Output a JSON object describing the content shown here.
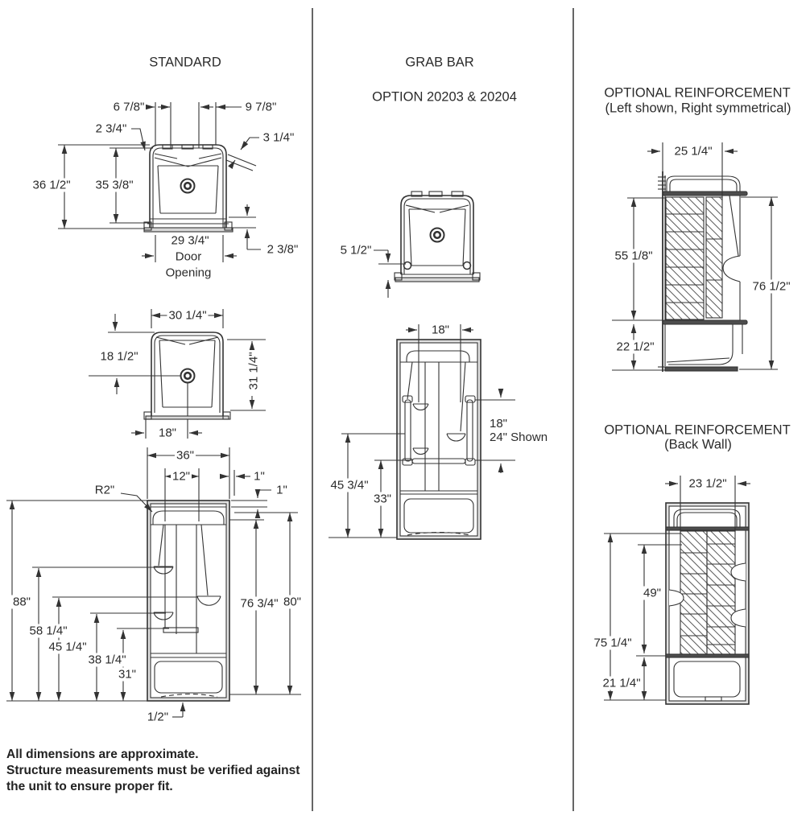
{
  "colors": {
    "line": "#333333",
    "text": "#2b2b2b",
    "background": "#ffffff"
  },
  "standard": {
    "title": "STANDARD",
    "section_view": {
      "top_left_width": "6 7/8\"",
      "top_right_width": "9 7/8\"",
      "left_corner": "2 3/4\"",
      "right_corner": "3 1/4\"",
      "outer_height": "36 1/2\"",
      "inner_height": "35 3/8\"",
      "door_opening_width": "29 3/4\"",
      "door_word": "Door",
      "opening_word": "Opening",
      "base_lip": "2 3/8\""
    },
    "plan_view": {
      "top_width": "30 1/4\"",
      "drain_from_front": "18 1/2\"",
      "depth": "31 1/4\"",
      "drain_from_left": "18\""
    },
    "front_view": {
      "width": "36\"",
      "center_panel": "12\"",
      "side_gap": "1\"",
      "top_lip": "1\"",
      "corner_radius": "R2\"",
      "overall_height": "88\"",
      "upper_shelf": "58 1/4\"",
      "mid_shelf": "45 1/4\"",
      "lower_shelf": "38 1/4\"",
      "seat_height": "31\"",
      "wall_height": "76 3/4\"",
      "unit_height": "80\"",
      "threshold": "1/2\""
    }
  },
  "grab_bar": {
    "title": "GRAB BAR",
    "subtitle": "OPTION 20203 & 20204",
    "plan_view": {
      "bar_setback": "5 1/2\""
    },
    "front_view": {
      "bar_spacing": "18\"",
      "bar_length": "18\"",
      "bar_length_shown": "24\" Shown",
      "upper_height": "45 3/4\"",
      "lower_height": "33\""
    }
  },
  "reinforcement_side": {
    "title": "OPTIONAL REINFORCEMENT",
    "subtitle": "(Left shown, Right symmetrical)",
    "width": "25 1/4\"",
    "panel_height": "55 1/8\"",
    "overall_height": "76 1/2\"",
    "lower_height": "22 1/2\""
  },
  "reinforcement_back": {
    "title": "OPTIONAL REINFORCEMENT",
    "subtitle": "(Back Wall)",
    "width": "23 1/2\"",
    "overall_height": "75 1/4\"",
    "panel_height": "49\"",
    "lower_height": "21 1/4\""
  },
  "footer": {
    "line1": "All dimensions are approximate.",
    "line2": "Structure measurements must be verified against",
    "line3": "the unit to ensure proper fit."
  }
}
